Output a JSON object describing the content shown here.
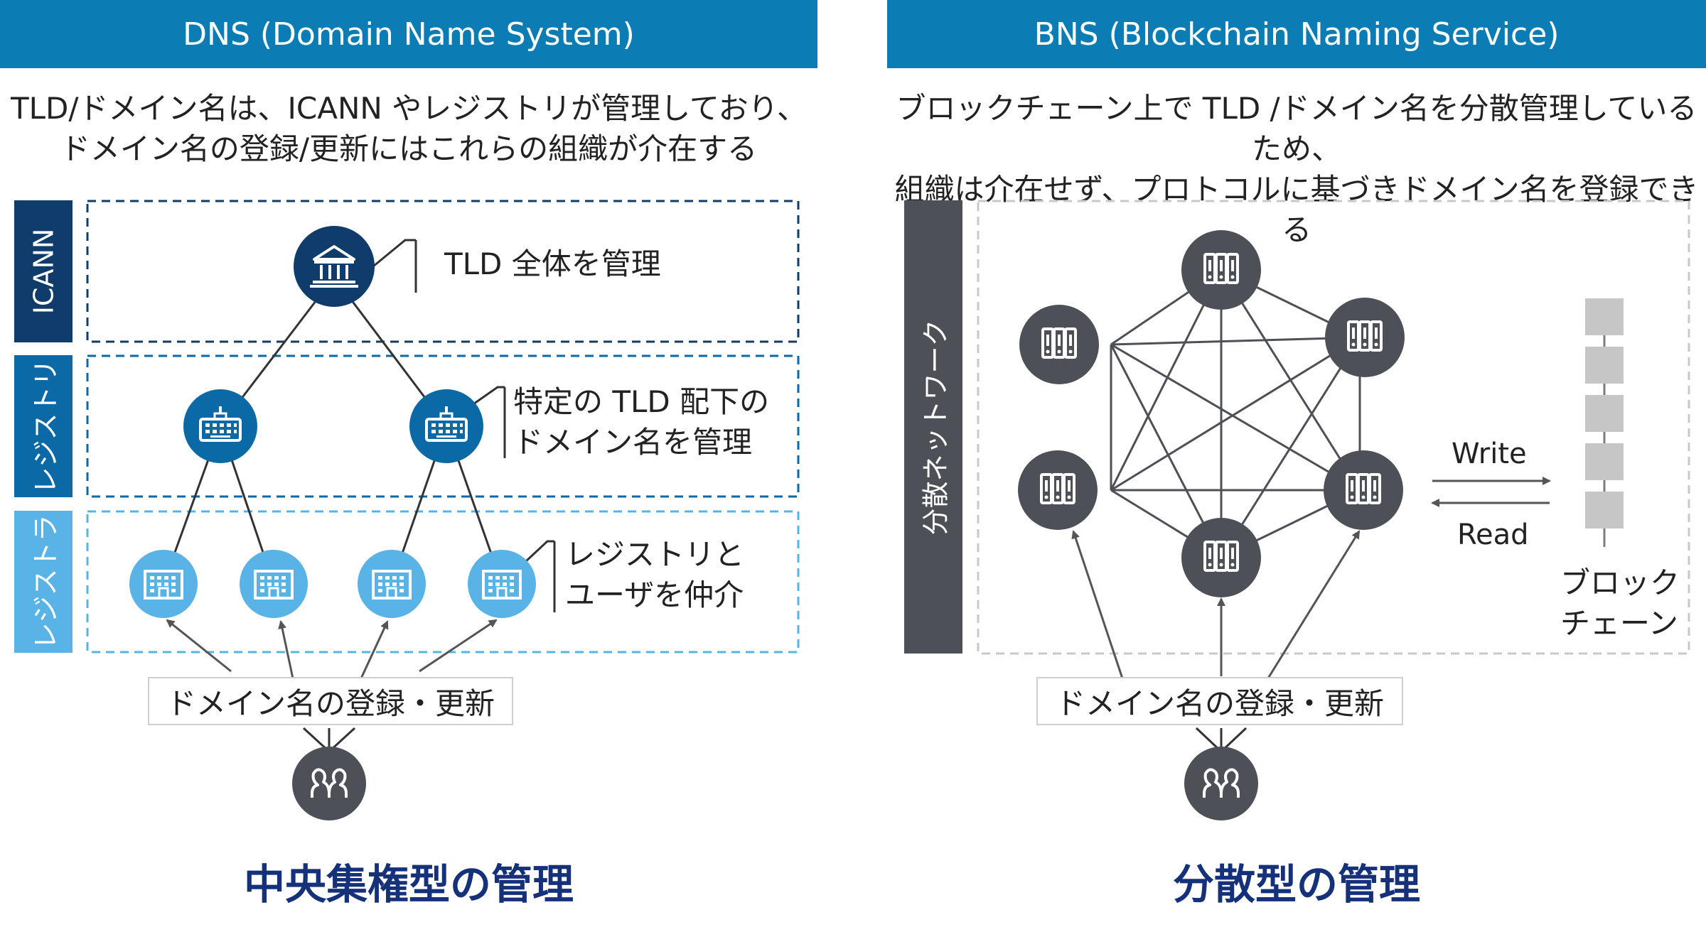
{
  "colors": {
    "header_bg": "#0b7db4",
    "icann_dark": "#0f3c6b",
    "registry_blue": "#0b6aa6",
    "registrar_light": "#5ab3e6",
    "gray_dark": "#4d5157",
    "block_gray": "#c6c6c6",
    "conclusion_navy": "#15317a"
  },
  "dns": {
    "header": "DNS (Domain Name System)",
    "description": "TLD/ドメイン名は、ICANN やレジストリが管理しており、\nドメイン名の登録/更新にはこれらの組織が介在する",
    "sidebar": {
      "icann": "ICANN",
      "registry": "レジストリ",
      "registrar": "レジストラ"
    },
    "labels": {
      "icann": "TLD 全体を管理",
      "registry": "特定の TLD 配下の\nドメイン名を管理",
      "registrar": "レジストリと\nユーザを仲介"
    },
    "icons": {
      "icann": "institution-icon",
      "registry": "keyboard-icon",
      "registrar": "building-icon",
      "user": "users-icon"
    },
    "register_label": "ドメイン名の登録・更新",
    "conclusion": "中央集権型の管理"
  },
  "bns": {
    "header": "BNS (Blockchain Naming Service)",
    "description": "ブロックチェーン上で TLD /ドメイン名を分散管理しているため、\n組織は介在せず、プロトコルに基づきドメイン名を登録できる",
    "sidebar": "分散ネットワーク",
    "node_icon": "server-icon",
    "write_label": "Write",
    "read_label": "Read",
    "blockchain_label": "ブロック\nチェーン",
    "register_label": "ドメイン名の登録・更新",
    "conclusion": "分散型の管理"
  }
}
